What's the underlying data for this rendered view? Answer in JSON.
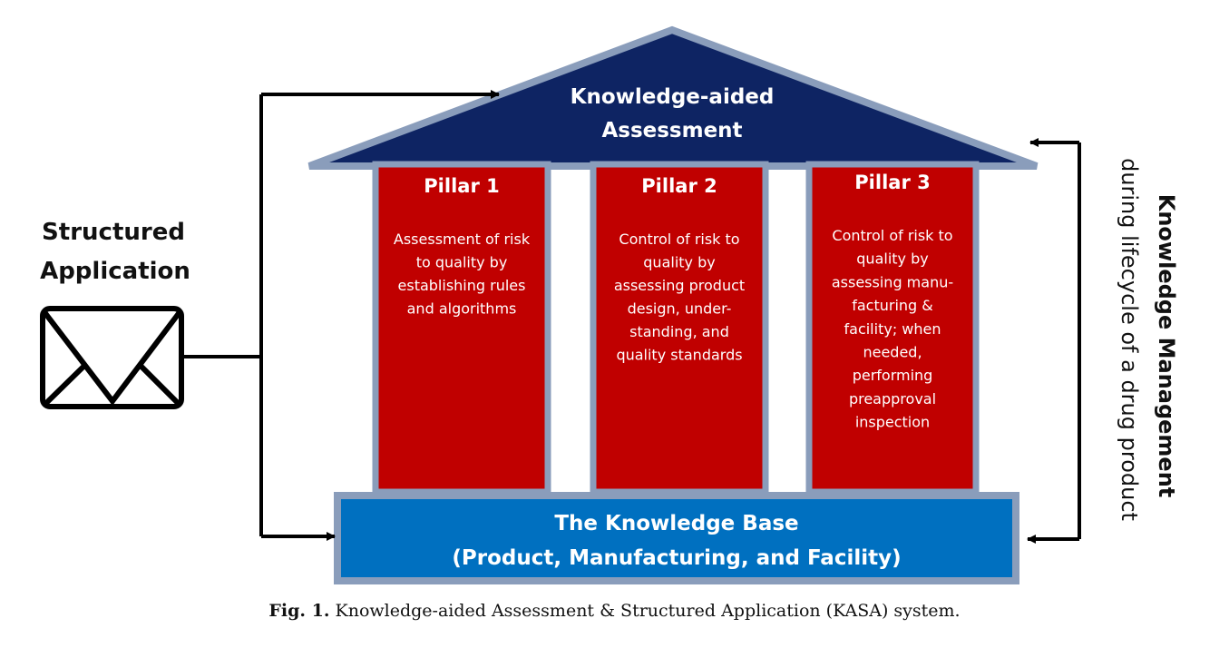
{
  "roof": {
    "line1": "Knowledge-aided",
    "line2": "Assessment",
    "fill": "#0e2463",
    "border": "#8a9dbb"
  },
  "pillars": [
    {
      "title": "Pillar 1",
      "lines": [
        "Assessment of risk",
        "to quality by",
        "establishing rules",
        "and algorithms"
      ]
    },
    {
      "title": "Pillar 2",
      "lines": [
        "Control of risk to",
        "quality by",
        "assessing product",
        "design, under-",
        "standing, and",
        "quality standards"
      ]
    },
    {
      "title": "Pillar 3",
      "lines": [
        "Control of risk to",
        "quality by",
        "assessing manu-",
        "facturing &",
        "facility; when",
        "needed,",
        "performing",
        "preapproval",
        "inspection"
      ]
    }
  ],
  "pillar_colors": {
    "fill": "#c00000",
    "border": "#8a9dbb"
  },
  "base": {
    "line1": "The Knowledge Base",
    "line2": "(Product, Manufacturing, and Facility)",
    "fill": "#0070c0",
    "border": "#8a9dbb"
  },
  "left_label": {
    "line1": "Structured",
    "line2": "Application"
  },
  "envelope_icon": "envelope-icon",
  "right_label": {
    "line1": "Knowledge Management",
    "line2": "during  lifecycle of a drug product"
  },
  "caption": {
    "label": "Fig. 1.",
    "text": " Knowledge-aided Assessment & Structured Application (KASA) system."
  }
}
